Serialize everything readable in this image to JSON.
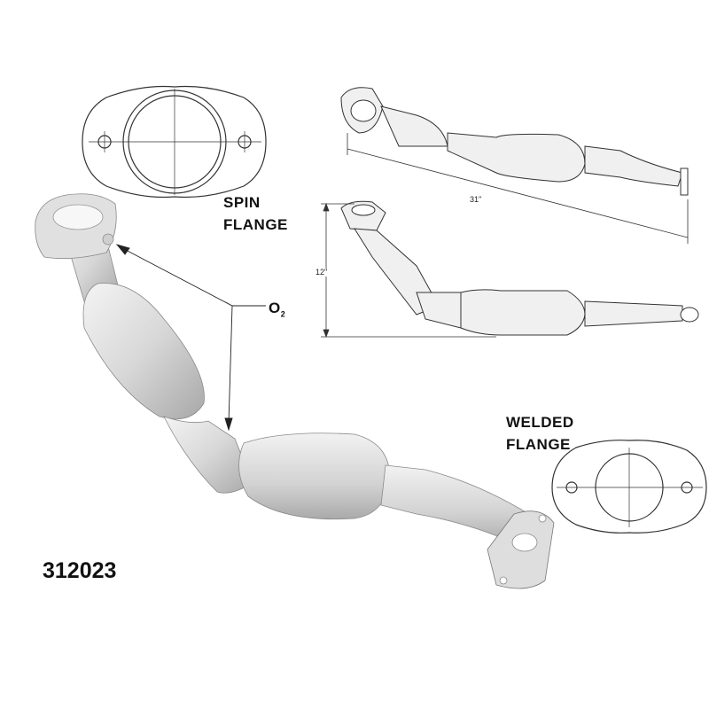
{
  "labels": {
    "spin_flange_line1": "SPIN",
    "spin_flange_line2": "FLANGE",
    "o2_main": "O",
    "o2_sub": "2",
    "length_dim": "31\"",
    "height_dim": "12\"",
    "welded_flange_line1": "WELDED",
    "welded_flange_line2": "FLANGE",
    "part_number": "312023"
  },
  "colors": {
    "line": "#333333",
    "metal_light": "#e8e8e8",
    "metal_dark": "#b5b5b5"
  }
}
